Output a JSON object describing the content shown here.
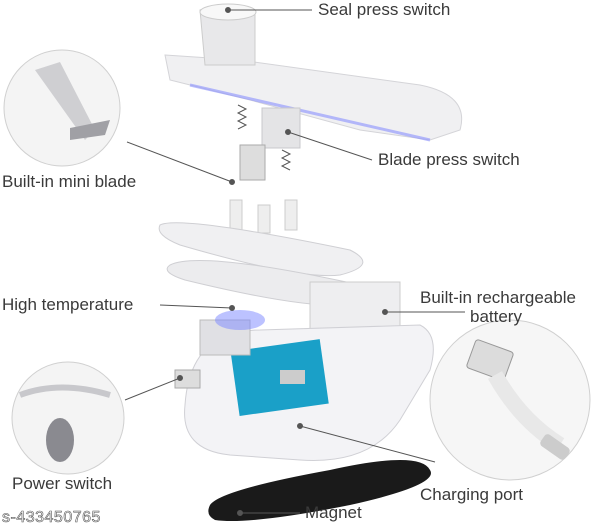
{
  "labels": {
    "seal_press_switch": "Seal press switch",
    "blade_press_switch": "Blade press switch",
    "mini_blade": "Built-in mini blade",
    "high_temperature": "High temperature",
    "battery_line1": "Built-in rechargeable",
    "battery_line2": "battery",
    "power_switch": "Power switch",
    "charging_port": "Charging port",
    "magnet": "Magnet"
  },
  "watermark": "s-433450765",
  "colors": {
    "label": "#3a3a3a",
    "body": "#f2f2f4",
    "glow": "#7a86ff",
    "pcb": "#1aa0c8",
    "magnet": "#1a1a1a"
  }
}
